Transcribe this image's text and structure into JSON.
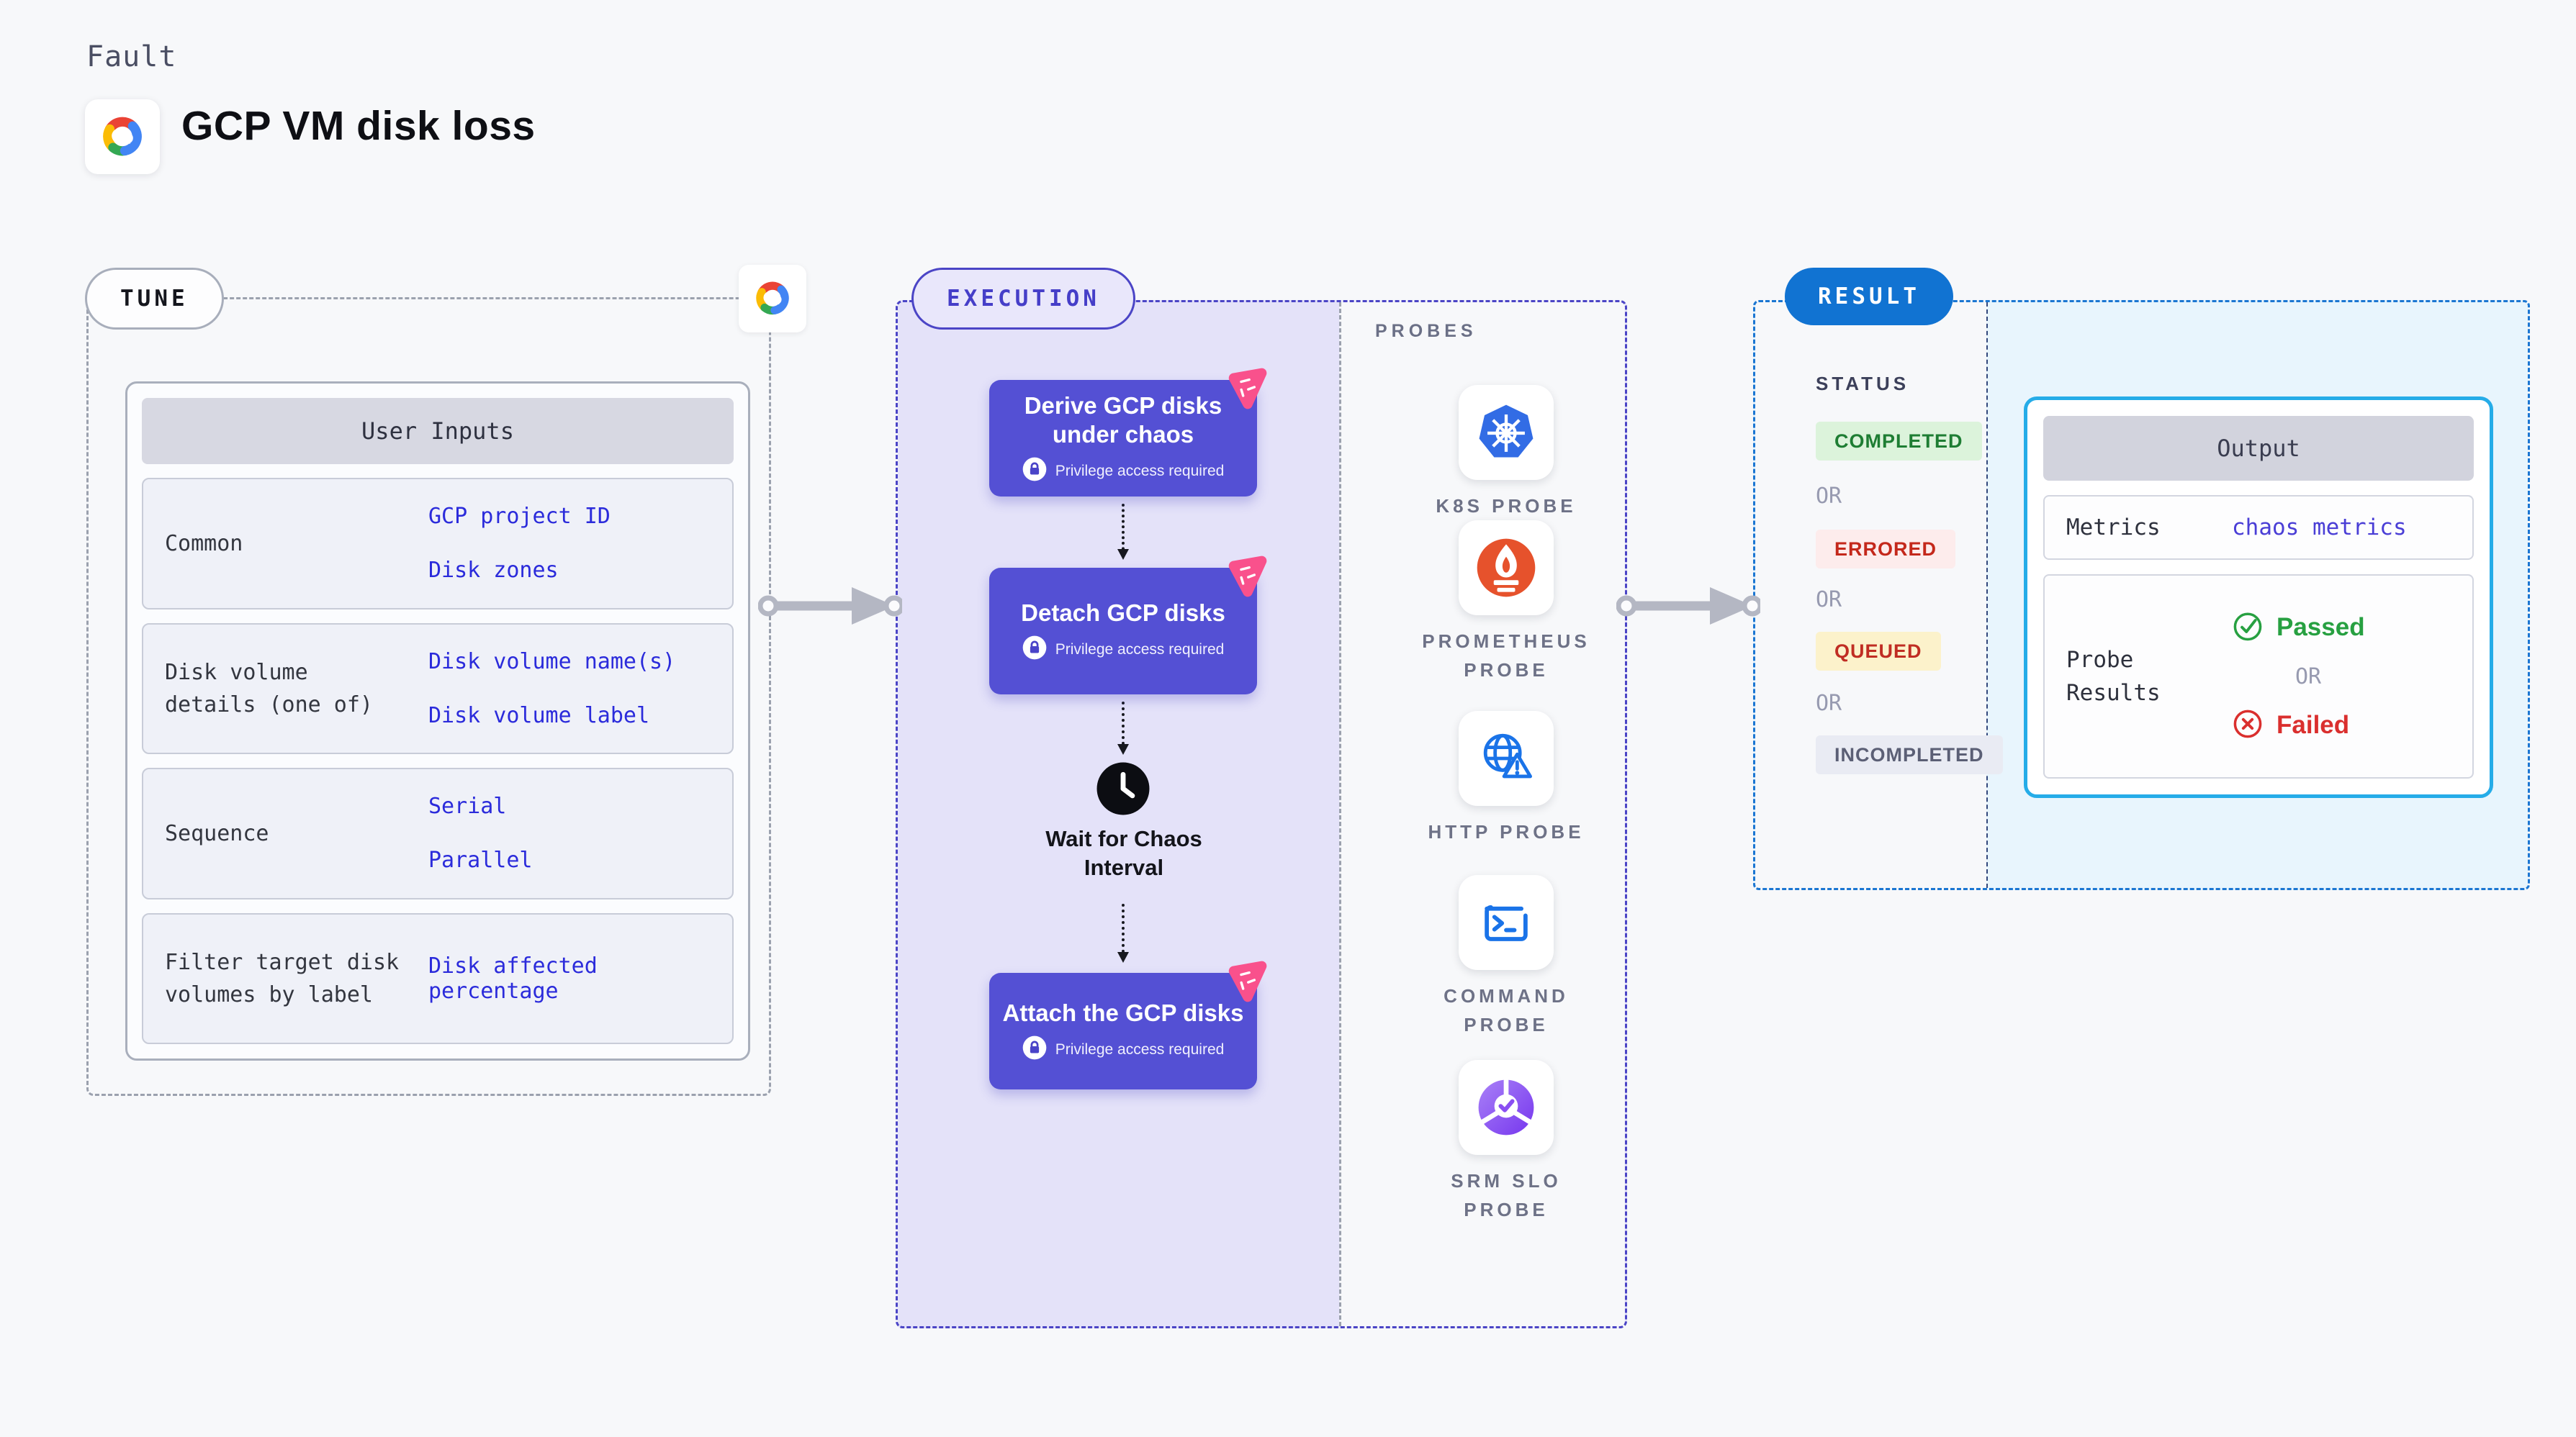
{
  "header": {
    "kicker": "Fault",
    "title": "GCP VM disk loss"
  },
  "tune": {
    "pill": "TUNE",
    "inputs": {
      "header": "User Inputs",
      "rows": [
        {
          "label": "Common",
          "values": [
            "GCP project ID",
            "Disk zones"
          ]
        },
        {
          "label": "Disk volume details (one of)",
          "values": [
            "Disk volume name(s)",
            "Disk volume label"
          ]
        },
        {
          "label": "Sequence",
          "values": [
            "Serial",
            "Parallel"
          ]
        },
        {
          "label": "Filter target disk volumes by label",
          "values": [
            "Disk affected percentage"
          ]
        }
      ]
    }
  },
  "execution": {
    "pill": "EXECUTION",
    "nodes": [
      {
        "title": "Derive GCP disks under chaos",
        "badge": "Privilege access required"
      },
      {
        "title": "Detach GCP disks",
        "badge": "Privilege access required"
      },
      {
        "title": "Attach the GCP disks",
        "badge": "Privilege access required"
      }
    ],
    "wait_label": "Wait for Chaos Interval",
    "probes": {
      "heading": "PROBES",
      "items": [
        {
          "label": "K8S PROBE",
          "icon": "kubernetes-icon"
        },
        {
          "label": "PROMETHEUS PROBE",
          "icon": "prometheus-icon"
        },
        {
          "label": "HTTP PROBE",
          "icon": "http-probe-icon"
        },
        {
          "label": "COMMAND PROBE",
          "icon": "command-probe-icon"
        },
        {
          "label": "SRM SLO PROBE",
          "icon": "srm-slo-probe-icon"
        }
      ]
    }
  },
  "result": {
    "pill": "RESULT",
    "status": {
      "heading": "STATUS",
      "or": "OR",
      "items": [
        {
          "key": "completed",
          "label": "COMPLETED",
          "fg": "#1e7d33",
          "bg": "#dcf3db"
        },
        {
          "key": "errored",
          "label": "ERRORED",
          "fg": "#c4281b",
          "bg": "#fdecec"
        },
        {
          "key": "queued",
          "label": "QUEUED",
          "fg": "#c02d23",
          "bg": "#fcf2cb"
        },
        {
          "key": "incompleted",
          "label": "INCOMPLETED",
          "fg": "#5b5f75",
          "bg": "#e9ebf3"
        }
      ]
    },
    "output": {
      "header": "Output",
      "metrics_label": "Metrics",
      "metrics_value": "chaos metrics",
      "probe_label": "Probe Results",
      "passed": "Passed",
      "or": "OR",
      "failed": "Failed"
    }
  },
  "colors": {
    "page_bg": "#f7f8fa",
    "node_purple": "#5450d4",
    "execution_accent": "#4b45c6",
    "execution_panel": "#e4e2f9",
    "result_accent": "#1b76d2",
    "result_pill": "#1173d2",
    "result_panel": "#e8f5fd",
    "output_border": "#25ace8",
    "value_blue": "#2b2bdb",
    "passed_green": "#27a041",
    "failed_red": "#da2f2e",
    "chaos_pink": "#f9518c"
  }
}
